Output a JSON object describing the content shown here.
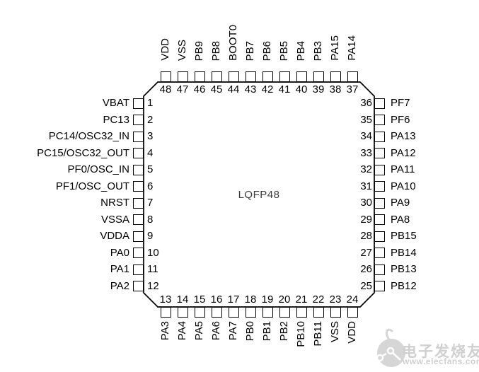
{
  "chip": {
    "package_label": "LQFP48"
  },
  "pins": {
    "top": [
      {
        "num": "48",
        "label": "VDD"
      },
      {
        "num": "47",
        "label": "VSS"
      },
      {
        "num": "46",
        "label": "PB9"
      },
      {
        "num": "45",
        "label": "PB8"
      },
      {
        "num": "44",
        "label": "BOOT0"
      },
      {
        "num": "43",
        "label": "PB7"
      },
      {
        "num": "42",
        "label": "PB6"
      },
      {
        "num": "41",
        "label": "PB5"
      },
      {
        "num": "40",
        "label": "PB4"
      },
      {
        "num": "39",
        "label": "PB3"
      },
      {
        "num": "38",
        "label": "PA15"
      },
      {
        "num": "37",
        "label": "PA14"
      }
    ],
    "left": [
      {
        "num": "1",
        "label": "VBAT"
      },
      {
        "num": "2",
        "label": "PC13"
      },
      {
        "num": "3",
        "label": "PC14/OSC32_IN"
      },
      {
        "num": "4",
        "label": "PC15/OSC32_OUT"
      },
      {
        "num": "5",
        "label": "PF0/OSC_IN"
      },
      {
        "num": "6",
        "label": "PF1/OSC_OUT"
      },
      {
        "num": "7",
        "label": "NRST"
      },
      {
        "num": "8",
        "label": "VSSA"
      },
      {
        "num": "9",
        "label": "VDDA"
      },
      {
        "num": "10",
        "label": "PA0"
      },
      {
        "num": "11",
        "label": "PA1"
      },
      {
        "num": "12",
        "label": "PA2"
      }
    ],
    "right": [
      {
        "num": "36",
        "label": "PF7"
      },
      {
        "num": "35",
        "label": "PF6"
      },
      {
        "num": "34",
        "label": "PA13"
      },
      {
        "num": "33",
        "label": "PA12"
      },
      {
        "num": "32",
        "label": "PA11"
      },
      {
        "num": "31",
        "label": "PA10"
      },
      {
        "num": "30",
        "label": "PA9"
      },
      {
        "num": "29",
        "label": "PA8"
      },
      {
        "num": "28",
        "label": "PB15"
      },
      {
        "num": "27",
        "label": "PB14"
      },
      {
        "num": "26",
        "label": "PB13"
      },
      {
        "num": "25",
        "label": "PB12"
      }
    ],
    "bottom": [
      {
        "num": "13",
        "label": "PA3"
      },
      {
        "num": "14",
        "label": "PA4"
      },
      {
        "num": "15",
        "label": "PA5"
      },
      {
        "num": "16",
        "label": "PA6"
      },
      {
        "num": "17",
        "label": "PA7"
      },
      {
        "num": "18",
        "label": "PB0"
      },
      {
        "num": "19",
        "label": "PB1"
      },
      {
        "num": "20",
        "label": "PB2"
      },
      {
        "num": "21",
        "label": "PB10"
      },
      {
        "num": "22",
        "label": "PB11"
      },
      {
        "num": "23",
        "label": "VSS"
      },
      {
        "num": "24",
        "label": "VDD"
      }
    ]
  },
  "watermark": {
    "brand": "电子发烧友",
    "url": "www.elecfans.com"
  },
  "colors": {
    "line": "#000000",
    "watermark": "#d0d0d0"
  }
}
